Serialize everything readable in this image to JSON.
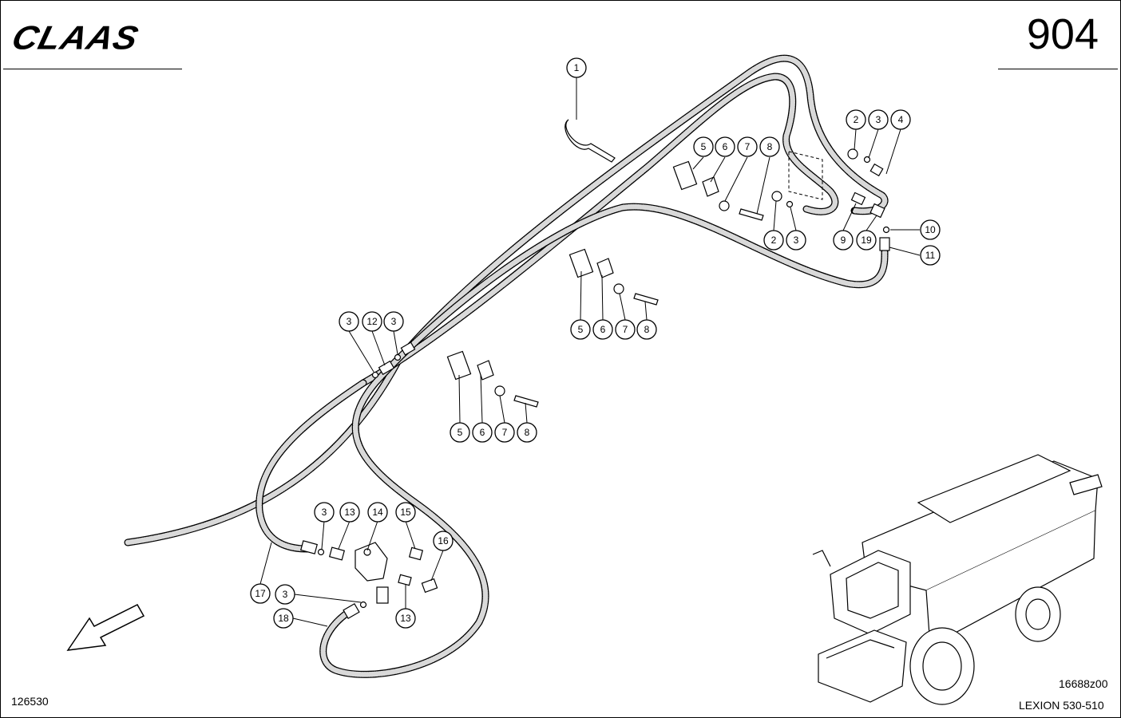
{
  "header": {
    "brand": "CLAAS",
    "page_number": "904"
  },
  "footer": {
    "figure_id": "126530",
    "drawing_ref": "16688z00",
    "model": "LEXION 530-510"
  },
  "callouts": [
    {
      "label": "1"
    },
    {
      "label": "2"
    },
    {
      "label": "3"
    },
    {
      "label": "4"
    },
    {
      "label": "5"
    },
    {
      "label": "6"
    },
    {
      "label": "7"
    },
    {
      "label": "8"
    },
    {
      "label": "2"
    },
    {
      "label": "3"
    },
    {
      "label": "9"
    },
    {
      "label": "19"
    },
    {
      "label": "10"
    },
    {
      "label": "11"
    },
    {
      "label": "5"
    },
    {
      "label": "6"
    },
    {
      "label": "7"
    },
    {
      "label": "8"
    },
    {
      "label": "3"
    },
    {
      "label": "12"
    },
    {
      "label": "3"
    },
    {
      "label": "5"
    },
    {
      "label": "6"
    },
    {
      "label": "7"
    },
    {
      "label": "8"
    },
    {
      "label": "3"
    },
    {
      "label": "13"
    },
    {
      "label": "14"
    },
    {
      "label": "15"
    },
    {
      "label": "16"
    },
    {
      "label": "17"
    },
    {
      "label": "3"
    },
    {
      "label": "18"
    },
    {
      "label": "13"
    }
  ]
}
